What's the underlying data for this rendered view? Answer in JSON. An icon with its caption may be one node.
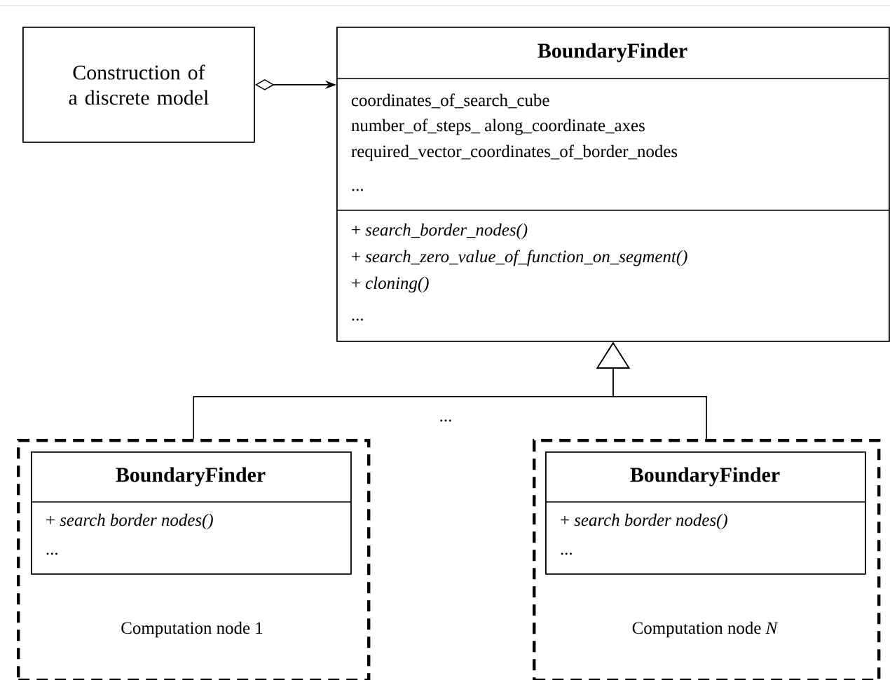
{
  "diagram": {
    "nodes": [
      {
        "text": [
          "Construction of a discrete model"
        ]
      },
      {
        "text": [
          "BoundaryFinder",
          "coordinates_of_search_cube",
          "number_of_steps_ along_coordinate_axes",
          "required_vector_coordinates_of_border_nodes",
          "...",
          "+ *search_border_nodes()*",
          "+ *search_zero_value_of_function_on_segment()*",
          "+ *cloning()*",
          "..."
        ]
      },
      {
        "text": [
          "Computation node 1"
        ]
      },
      {
        "text": [
          "BoundaryFinder",
          "+ *search border nodes()*",
          "..."
        ],
        "in": 2
      },
      {
        "text": [
          "Computation node *N*"
        ]
      },
      {
        "text": [
          "BoundaryFinder",
          "+ *search border nodes()*",
          "..."
        ],
        "in": 4
      }
    ],
    "edges": [
      {
        "from": 0,
        "to": 1,
        "arrow": "to"
      },
      {
        "from": 2,
        "to": 1,
        "arrow": "to"
      },
      {
        "from": 4,
        "to": 1,
        "arrow": "to"
      }
    ],
    "labels": [
      "..."
    ]
  }
}
